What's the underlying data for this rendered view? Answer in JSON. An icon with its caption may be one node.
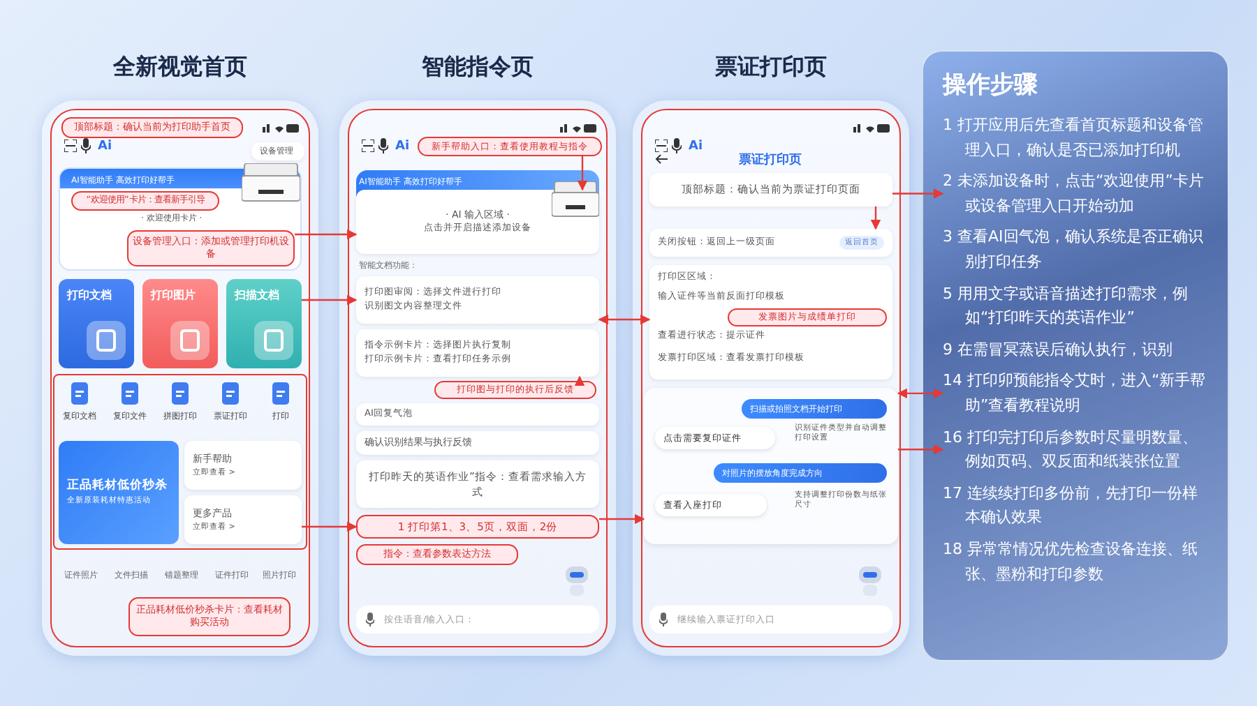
{
  "diagram": {
    "nodes": [
      {
        "text": [
          "全新视觉首页"
        ]
      },
      {
        "text": [
          "顶部标题：确认当前为打印助手首页"
        ],
        "in": 0
      },
      {
        "text": [
          "设备管理"
        ],
        "in": 0
      },
      {
        "text": [],
        "shape": "box",
        "in": 0
      },
      {
        "text": [
          "“欢迎使用”卡片：查看新手引导"
        ],
        "in": 3
      },
      {
        "text": [
          "· 欢迎使用卡片 ·"
        ],
        "in": 3
      },
      {
        "text": [
          "设备管理入口：添加或管理打印机设备"
        ],
        "in": 3
      },
      {
        "text": [
          "打印文档"
        ],
        "in": 0
      },
      {
        "text": [
          "打印图片"
        ],
        "in": 0
      },
      {
        "text": [
          "扫描文档"
        ],
        "in": 0
      },
      {
        "text": [
          "复印文档"
        ],
        "in": 0
      },
      {
        "text": [
          "复印文件"
        ],
        "in": 0
      },
      {
        "text": [
          "拼图打印"
        ],
        "in": 0
      },
      {
        "text": [
          "票证打印"
        ],
        "in": 0
      },
      {
        "text": [
          "打印"
        ],
        "in": 0
      },
      {
        "text": [
          "正品耗材低价秒杀",
          "全新原装耗材特惠活动"
        ],
        "in": 0
      },
      {
        "text": [
          "新手帮助",
          "立即查看 >"
        ],
        "in": 0
      },
      {
        "text": [
          "更多产品",
          "立即查看 >"
        ],
        "in": 0
      },
      {
        "text": [
          "正品耗材低价秒杀卡片：查看耗材购买活动"
        ],
        "in": 0
      },
      {
        "text": [
          "智能指令页"
        ]
      },
      {
        "text": [
          "新手帮助入口：查看使用教程与指令"
        ],
        "in": 19
      },
      {
        "text": [
          "· AI 输入区域 ·",
          "点击并开启描述添加设备"
        ],
        "in": 19
      },
      {
        "text": [
          "打印图审阅：选择文件进行打印",
          "识别图文内容整理文件"
        ],
        "in": 19
      },
      {
        "text": [
          "指令示例卡片：选择图片执行复制",
          "打印示例卡片：查看打印任务示例"
        ],
        "in": 19
      },
      {
        "text": [
          "打印图与打印的执行后反馈"
        ],
        "in": 19
      },
      {
        "text": [
          "AI回复气泡"
        ],
        "in": 19
      },
      {
        "text": [
          "确认识别结果与执行反馈"
        ],
        "in": 19
      },
      {
        "text": [
          "打印昨天的英语作业”指令：查看需求输入方式"
        ],
        "in": 19
      },
      {
        "text": [
          "1 打印第1、3、5页，双面，2份"
        ],
        "in": 19
      },
      {
        "text": [
          "指令：查看参数表达方法"
        ],
        "in": 19
      },
      {
        "text": [
          "按住语音/输入入口："
        ],
        "in": 19
      },
      {
        "text": [
          "票证打印页"
        ]
      },
      {
        "text": [
          "顶部标题：确认当前为票证打印页面"
        ],
        "in": 31
      },
      {
        "text": [
          "关闭按钮：返回上一级页面",
          "返回首页"
        ],
        "in": 31
      },
      {
        "text": [
          "打印区区域：",
          "输入证件等当前反面打印模板",
          "查看进行状态：提示证件",
          "发票打印区域：查看发票打印模板"
        ],
        "in": 31
      },
      {
        "text": [
          "发票图片与成绩单打印"
        ],
        "in": 34
      },
      {
        "text": [],
        "shape": "box",
        "in": 31
      },
      {
        "text": [
          "扫描或拍照文档开始打印"
        ],
        "in": 36
      },
      {
        "text": [
          "点击需要复印证件"
        ],
        "in": 36
      },
      {
        "text": [
          "识别证件类型并自动调整打印设置"
        ],
        "in": 36
      },
      {
        "text": [
          "对照片的摆放角度完成方向"
        ],
        "in": 36
      },
      {
        "text": [
          "查看入座打印"
        ],
        "in": 36
      },
      {
        "text": [
          "支持调整打印份数与纸张尺寸"
        ],
        "in": 36
      },
      {
        "text": [
          "继续输入票证打印入口"
        ],
        "in": 31
      },
      {
        "text": [
          "操作步骤"
        ]
      },
      {
        "text": [
          "1 打开应用后先查看首页标题和设备管理入口，确认是否已添加打印机"
        ],
        "in": 44
      },
      {
        "text": [
          "2 未添加设备时，点击“欢迎使用”卡片或设备管理入口开始动加"
        ],
        "in": 44
      },
      {
        "text": [
          "3 查看AI回气泡，确认系统是否正确识别打印任务"
        ],
        "in": 44
      },
      {
        "text": [
          "5 用用文字或语音描述打印需求，例如“打印昨天的英语作业”"
        ],
        "in": 44
      },
      {
        "text": [
          "9 在需冒冥蒸误后确认执行，识别"
        ],
        "in": 44
      },
      {
        "text": [
          "14 打印卯预能指令艾时，进入“新手帮助”查看教程说明"
        ],
        "in": 44
      },
      {
        "text": [
          "16 打印完打印后参数时尽量明数量、例如页码、双反面和纸装张位置"
        ],
        "in": 44
      },
      {
        "text": [
          "17 连续续打印多份前，先打印一份样本确认效果"
        ],
        "in": 44
      },
      {
        "text": [
          "18 异常常情况优先检查设备连接、纸张、墨粉和打印参数"
        ],
        "in": 44
      }
    ],
    "edges": [
      {
        "from": 6,
        "to": 21,
        "arrow": "to"
      },
      {
        "from": 9,
        "to": 22,
        "arrow": "to"
      },
      {
        "from": 17,
        "to": 28,
        "arrow": "to"
      },
      {
        "from": 22,
        "to": 34,
        "arrow": "both"
      },
      {
        "from": 28,
        "to": 36,
        "arrow": "to"
      },
      {
        "from": 32,
        "to": 46,
        "arrow": "to"
      },
      {
        "from": 36,
        "to": 50,
        "arrow": "both"
      },
      {
        "from": 36,
        "to": 51,
        "arrow": "to"
      },
      {
        "from": 20,
        "to": 21,
        "arrow": "to"
      },
      {
        "from": 24,
        "to": 23,
        "arrow": "to"
      },
      {
        "from": 32,
        "to": 33,
        "arrow": "to"
      }
    ],
    "labels": [
      "Ai",
      "AI智能助手 高效打印好帮手",
      "证件照片",
      "文件扫描",
      "错题整理",
      "证件打印",
      "照片打印",
      "Ai",
      "AI智能助手 高效打印好帮手",
      "智能文档功能：",
      "Ai",
      "票证打印页"
    ]
  }
}
